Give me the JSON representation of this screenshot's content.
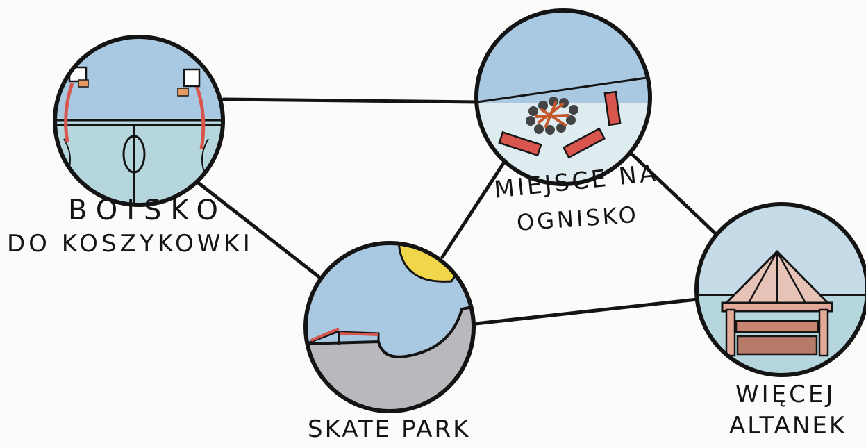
{
  "nodes": [
    {
      "id": "basketball",
      "label_lines": [
        "BOISKO",
        "DO KOSZYKOWKI"
      ]
    },
    {
      "id": "fire",
      "label_lines": [
        "MIEJSCE NA",
        "OGNISKO"
      ]
    },
    {
      "id": "skate",
      "label_lines": [
        "SKATE PARK"
      ]
    },
    {
      "id": "gazebo",
      "label_lines": [
        "WIĘCEJ",
        "ALTANEK"
      ]
    }
  ],
  "connections": [
    [
      "basketball",
      "fire"
    ],
    [
      "basketball",
      "skate"
    ],
    [
      "skate",
      "fire"
    ],
    [
      "fire",
      "gazebo"
    ],
    [
      "skate",
      "gazebo"
    ]
  ],
  "colors": {
    "ink": "#141414",
    "sky": "#a9c8e2",
    "ground_blue": "#b6d6de",
    "grey_ground": "#b9b9bd",
    "sun": "#f1d64a",
    "brick": "#d8564d",
    "wood_pink": "#e3aa98",
    "stone": "#444444"
  }
}
